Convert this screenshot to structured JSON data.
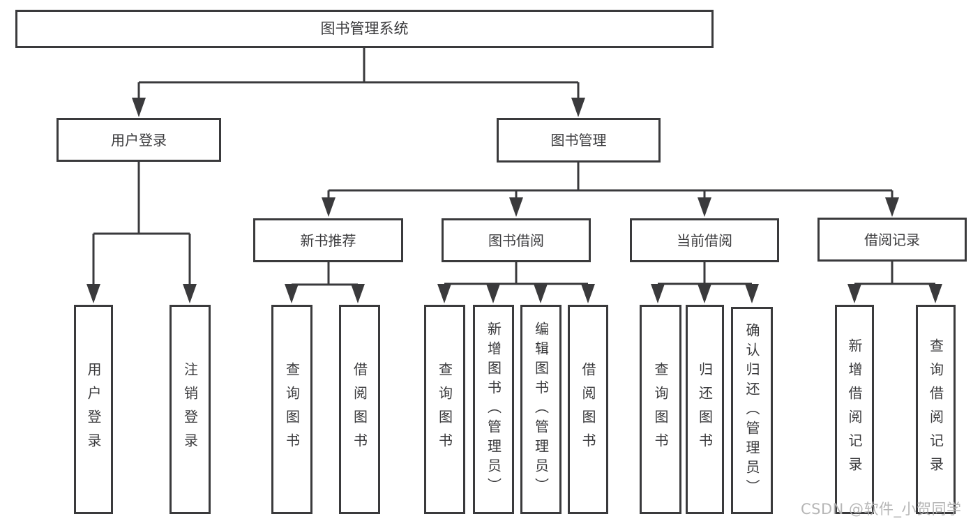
{
  "diagram": {
    "root": "图书管理系统",
    "level2": [
      "用户登录",
      "图书管理"
    ],
    "level3": [
      "新书推荐",
      "图书借阅",
      "当前借阅",
      "借阅记录"
    ],
    "level4": {
      "user_login_children": [
        "用户登录",
        "注销登录"
      ],
      "new_book_children": [
        "查询图书",
        "借阅图书"
      ],
      "book_borrow_children": [
        "查询图书",
        "新增图书（管理员）",
        "编辑图书（管理员）",
        "借阅图书"
      ],
      "current_borrow_children": [
        "查询图书",
        "归还图书",
        "确认归还（管理员）"
      ],
      "borrow_record_children": [
        "新增借阅记录",
        "查询借阅记录"
      ]
    },
    "watermark": "CSDN @软件_小贺同学",
    "colors": {
      "line": "#3a3a3c",
      "box_border": "#3a3a3c",
      "box_fill": "#ffffff",
      "text": "#3a3a3c",
      "watermark": "#b2b2b2",
      "background": "#ffffff"
    }
  }
}
